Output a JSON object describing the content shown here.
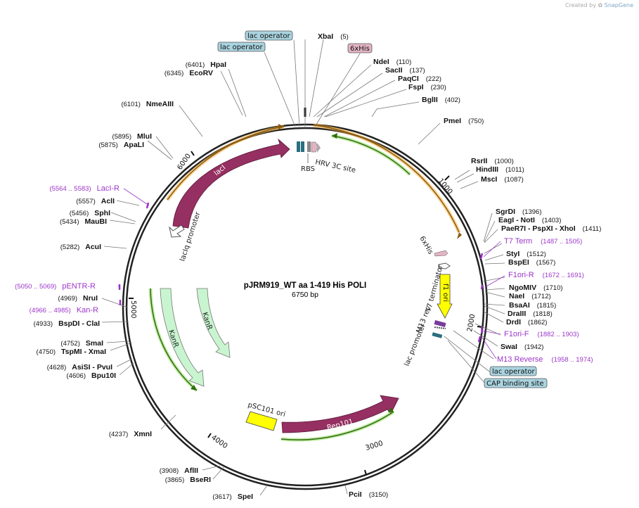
{
  "credit": {
    "prefix": "Created by",
    "brand": "SnapGene"
  },
  "plasmid": {
    "name": "pJRM919_WT aa 1-419 His POLI",
    "size": "6750 bp"
  },
  "ticks": [
    "1000",
    "2000",
    "3000",
    "4000",
    "5000",
    "6000"
  ],
  "enzymes": [
    {
      "name": "XbaI",
      "pos": "(5)"
    },
    {
      "name": "NdeI",
      "pos": "(110)"
    },
    {
      "name": "SacII",
      "pos": "(137)"
    },
    {
      "name": "PaqCI",
      "pos": "(222)"
    },
    {
      "name": "FspI",
      "pos": "(230)"
    },
    {
      "name": "BglII",
      "pos": "(402)"
    },
    {
      "name": "PmeI",
      "pos": "(750)"
    },
    {
      "name": "RsrII",
      "pos": "(1000)"
    },
    {
      "name": "HindIII",
      "pos": "(1011)"
    },
    {
      "name": "MscI",
      "pos": "(1087)"
    },
    {
      "name": "SgrDI",
      "pos": "(1396)"
    },
    {
      "name": "EagI  - NotI",
      "pos": "(1403)"
    },
    {
      "name": "PaeR7I  - PspXI  - XhoI",
      "pos": "(1411)"
    },
    {
      "name": "StyI",
      "pos": "(1512)"
    },
    {
      "name": "BspEI",
      "pos": "(1567)"
    },
    {
      "name": "NgoMIV",
      "pos": "(1710)"
    },
    {
      "name": "NaeI",
      "pos": "(1712)"
    },
    {
      "name": "BsaAI",
      "pos": "(1815)"
    },
    {
      "name": "DraIII",
      "pos": "(1818)"
    },
    {
      "name": "DrdI",
      "pos": "(1862)"
    },
    {
      "name": "SwaI",
      "pos": "(1942)"
    },
    {
      "name": "PciI",
      "pos": "(3150)"
    },
    {
      "name": "SpeI",
      "pos": "(3617)"
    },
    {
      "name": "BseRI",
      "pos": "(3865)"
    },
    {
      "name": "AflII",
      "pos": "(3908)"
    },
    {
      "name": "XmnI",
      "pos": "(4237)"
    },
    {
      "name": "Bpu10I",
      "pos": "(4606)"
    },
    {
      "name": "AsiSI  - PvuI",
      "pos": "(4628)"
    },
    {
      "name": "TspMI  - XmaI",
      "pos": "(4750)"
    },
    {
      "name": "SmaI",
      "pos": "(4752)"
    },
    {
      "name": "BspDI  - ClaI",
      "pos": "(4933)"
    },
    {
      "name": "NruI",
      "pos": "(4969)"
    },
    {
      "name": "AcuI",
      "pos": "(5282)"
    },
    {
      "name": "MauBI",
      "pos": "(5434)"
    },
    {
      "name": "SphI",
      "pos": "(5456)"
    },
    {
      "name": "AclI",
      "pos": "(5557)"
    },
    {
      "name": "ApaLI",
      "pos": "(5875)"
    },
    {
      "name": "MluI",
      "pos": "(5895)"
    },
    {
      "name": "NmeAIII",
      "pos": "(6101)"
    },
    {
      "name": "EcoRV",
      "pos": "(6345)"
    },
    {
      "name": "HpaI",
      "pos": "(6401)"
    }
  ],
  "primers": [
    {
      "name": "T7 Term",
      "pos": "(1487 .. 1505)"
    },
    {
      "name": "F1ori-R",
      "pos": "(1672 .. 1691)"
    },
    {
      "name": "F1ori-F",
      "pos": "(1882 .. 1903)"
    },
    {
      "name": "M13 Reverse",
      "pos": "(1958 .. 1974)"
    },
    {
      "name": "LacI-R",
      "pos": "(5564 .. 5583)"
    },
    {
      "name": "pENTR-R",
      "pos": "(5050 .. 5069)"
    },
    {
      "name": "Kan-R",
      "pos": "(4966 .. 4985)"
    }
  ],
  "boxes": [
    {
      "name": "lac operator",
      "color": "#a9d3df"
    },
    {
      "name": "lac operator",
      "color": "#a9d3df"
    },
    {
      "name": "6xHis",
      "color": "#e4b4c4"
    },
    {
      "name": "lac operator",
      "color": "#a9d3df"
    },
    {
      "name": "CAP binding site",
      "color": "#a9d3df"
    }
  ],
  "features": {
    "laci": "lacI",
    "laciq": "lacIq promoter",
    "rbs": "RBS",
    "hrv": "HRV 3C site",
    "his_inner": "6xHis",
    "t7term": "T7 terminator",
    "f1ori": "f1 ori",
    "m13rev": "M13 rev",
    "lacprom": "lac promoter",
    "psc101": "pSC101 ori",
    "rep101": "Rep101",
    "kanr1": "KanR",
    "kanr2": "KanR"
  },
  "colors": {
    "plum": "#962f62",
    "orange": "#f5a623",
    "green": "#5fae2e",
    "mint": "#c8f5cf",
    "yellow": "#ffff00",
    "primer": "#9b35c8",
    "box": "#a9d3df"
  }
}
